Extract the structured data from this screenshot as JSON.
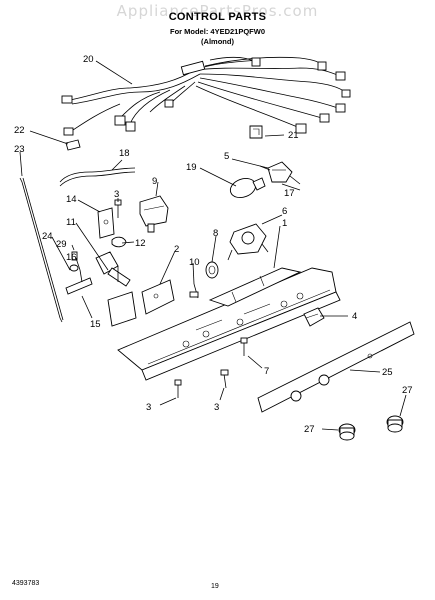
{
  "watermark": "AppliancePartsPros.com",
  "header": {
    "title": "CONTROL PARTS",
    "model_line": "For Model: 4YED21PQFW0",
    "color_line": "(Almond)"
  },
  "footer": {
    "part_number": "4393783",
    "page_number": "19"
  },
  "callouts": [
    "20",
    "22",
    "21",
    "23",
    "18",
    "5",
    "19",
    "17",
    "9",
    "3",
    "14",
    "6",
    "1",
    "11",
    "8",
    "12",
    "24",
    "29",
    "16",
    "2",
    "10",
    "15",
    "4",
    "7",
    "25",
    "27",
    "3",
    "3",
    "27"
  ]
}
